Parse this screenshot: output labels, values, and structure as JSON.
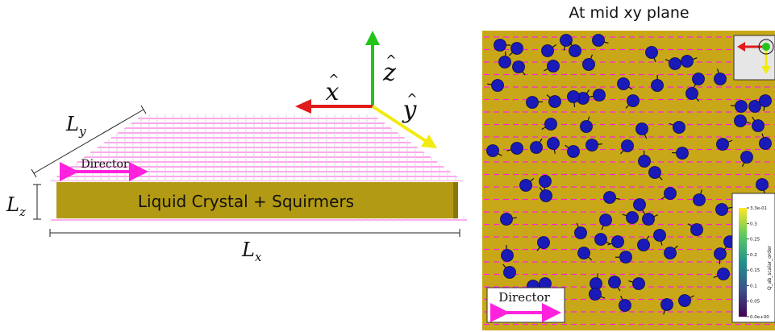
{
  "left_panel": {
    "slab_label": "Liquid Crystal + Squirmers",
    "director_label": "Director",
    "dims": {
      "Lx": "L",
      "Lx_sub": "x",
      "Ly": "L",
      "Ly_sub": "y",
      "Lz": "L",
      "Lz_sub": "z"
    },
    "axes": {
      "x": "x",
      "y": "y",
      "z": "z",
      "hat": "^"
    },
    "colors": {
      "x_axis": "#e11a1a",
      "y_axis": "#f2ea10",
      "z_axis": "#22c41a",
      "slab": "#b39a14",
      "director": "#ff22dd",
      "grid": "#cc88cc"
    }
  },
  "right_panel": {
    "title": "At mid xy plane",
    "director_label": "Director",
    "colorbar": {
      "ticks": [
        "3.3e-01",
        "0.3",
        "0.25",
        "0.2",
        "0.15",
        "0.1",
        "0.05",
        "0.0e+00"
      ],
      "label": "Q_ab_scalar_order"
    },
    "colors": {
      "background": "#c8a818",
      "particle": "#1a1ab8",
      "director_lines": "#ff22dd"
    }
  }
}
